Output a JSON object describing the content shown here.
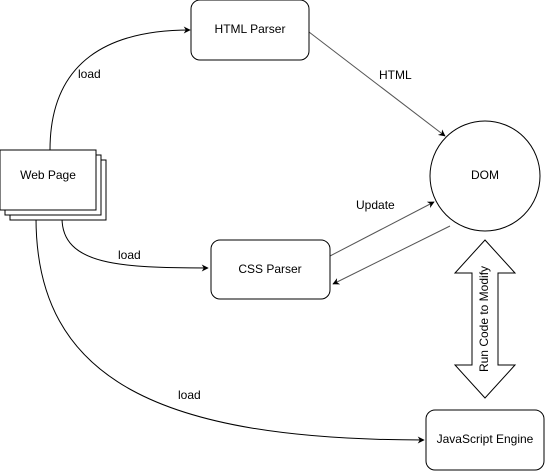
{
  "nodes": {
    "web_page": "Web Page",
    "html_parser": "HTML Parser",
    "css_parser": "CSS Parser",
    "dom": "DOM",
    "javascript_engine": "JavaScript Engine"
  },
  "edges": {
    "load_to_html_parser": "load",
    "load_to_css_parser": "load",
    "load_to_javascript_engine": "load",
    "html_to_dom": "HTML",
    "update_to_dom": "Update",
    "run_code_to_modify": "Run Code to Modify"
  },
  "colors": {
    "stroke": "#000000",
    "edge_gray": "#555555",
    "fill": "#ffffff"
  }
}
